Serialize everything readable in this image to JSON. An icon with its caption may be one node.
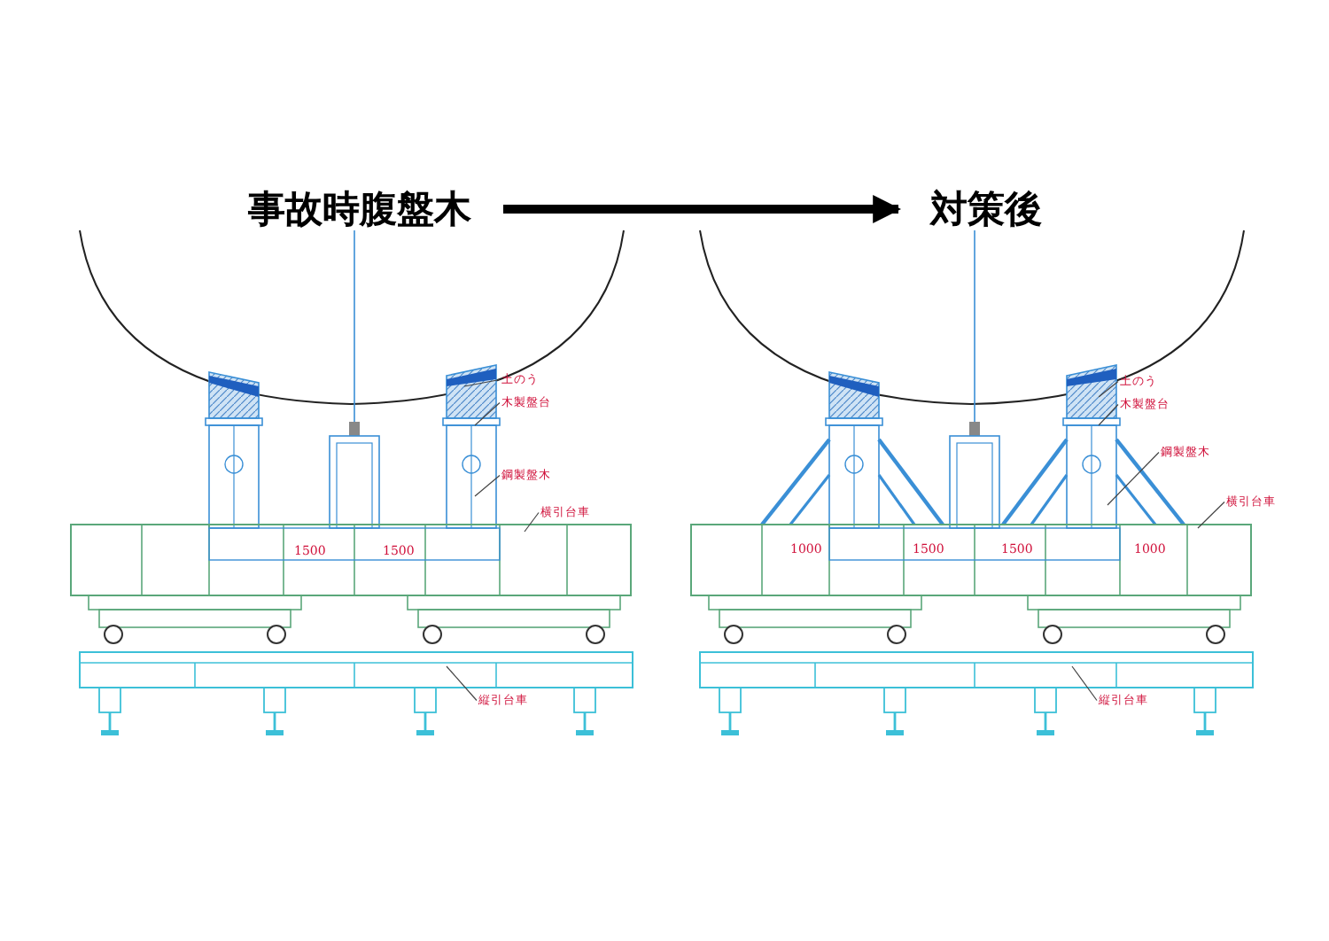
{
  "diagram": {
    "nodes": [
      {
        "text": [
          "事故時腹盤木"
        ]
      },
      {
        "text": [
          "対策後"
        ]
      },
      {
        "text": [
          "土のう"
        ]
      },
      {
        "text": [
          "木製盤台"
        ]
      },
      {
        "text": [
          "鋼製盤木"
        ]
      },
      {
        "text": [
          "横引台車"
        ]
      },
      {
        "text": [
          "縦引台車"
        ]
      },
      {
        "text": [
          "土のう"
        ]
      },
      {
        "text": [
          "木製盤台"
        ]
      },
      {
        "text": [
          "鋼製盤木"
        ]
      },
      {
        "text": [
          "横引台車"
        ]
      },
      {
        "text": [
          "縦引台車"
        ]
      }
    ],
    "edges": [
      {
        "from": 0,
        "to": 1,
        "arrow": "to",
        "style": "thick"
      },
      {
        "from": 2,
        "to": null,
        "arrow": "none"
      },
      {
        "from": 3,
        "to": null,
        "arrow": "none"
      },
      {
        "from": 4,
        "to": null,
        "arrow": "none"
      },
      {
        "from": 5,
        "to": null,
        "arrow": "none"
      },
      {
        "from": 6,
        "to": null,
        "arrow": "none"
      },
      {
        "from": 7,
        "to": null,
        "arrow": "none"
      },
      {
        "from": 8,
        "to": null,
        "arrow": "none"
      },
      {
        "from": 9,
        "to": null,
        "arrow": "none"
      },
      {
        "from": 10,
        "to": null,
        "arrow": "none"
      },
      {
        "from": 11,
        "to": null,
        "arrow": "none"
      }
    ],
    "labels": [
      "1500",
      "1500",
      "1000",
      "1500",
      "1500",
      "1000"
    ]
  }
}
